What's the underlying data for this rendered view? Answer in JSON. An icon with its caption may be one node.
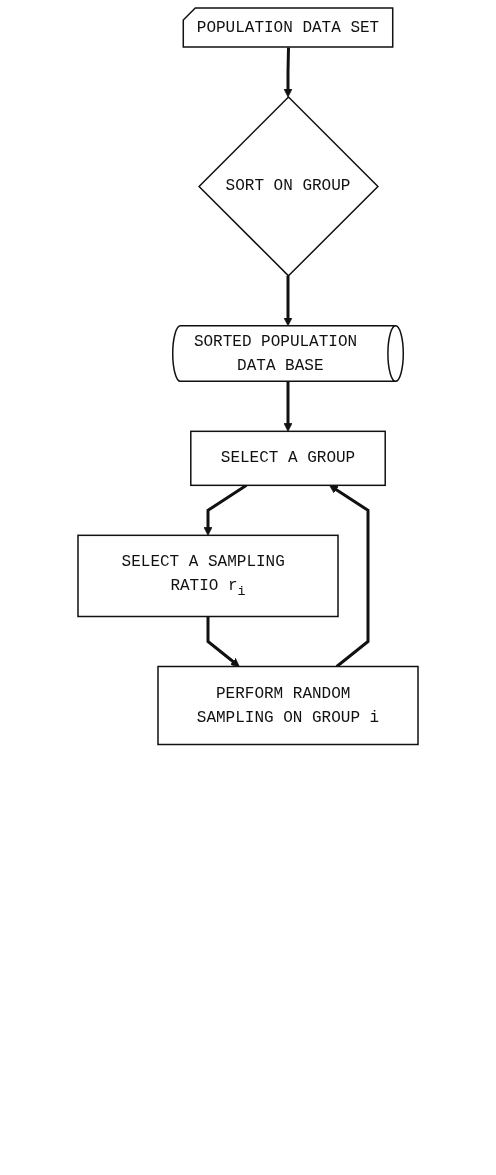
{
  "diagram": {
    "nodes": [
      {
        "text": [
          "POPULATION DATA SET"
        ]
      },
      {
        "text": [
          "SORT ON GROUP"
        ]
      },
      {
        "text": [
          "SORTED POPULATION DATA BASE"
        ]
      },
      {
        "text": [
          "SELECT A GROUP"
        ]
      },
      {
        "text": [
          "SELECT A SAMPLING RATIO r$_{i}$"
        ]
      },
      {
        "text": [
          "PERFORM RANDOM SAMPLING ON GROUP i"
        ]
      }
    ],
    "edges": [
      {
        "from": 0,
        "to": 1,
        "arrow": "to"
      },
      {
        "from": 1,
        "to": 2,
        "arrow": "to"
      },
      {
        "from": 2,
        "to": 3,
        "arrow": "to"
      },
      {
        "from": 3,
        "to": 4,
        "arrow": "to"
      },
      {
        "from": 4,
        "to": 5,
        "arrow": "to"
      },
      {
        "from": 5,
        "to": 3,
        "arrow": "to"
      }
    ]
  }
}
